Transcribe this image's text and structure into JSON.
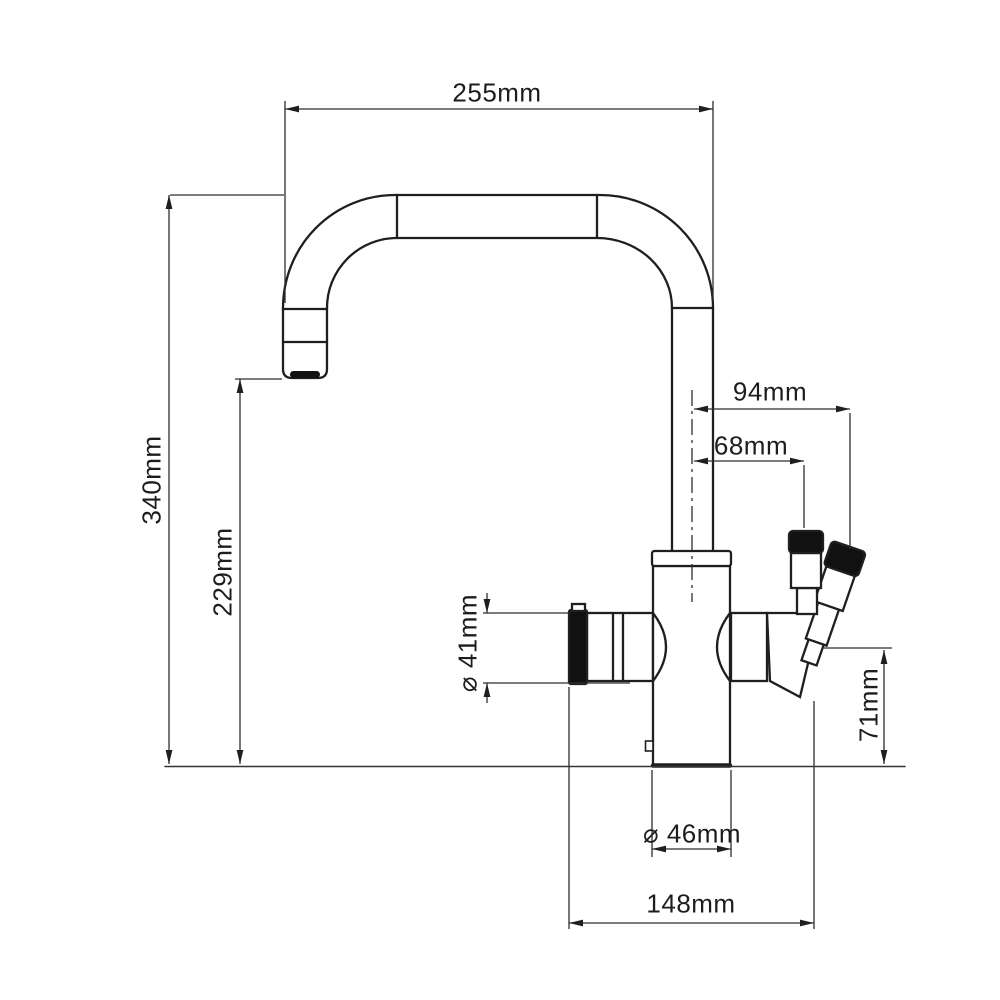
{
  "drawing": {
    "title": "Kitchen mixer tap technical dimension drawing",
    "background": "#ffffff",
    "line_color": "#1f1f1f",
    "dimension_line_color": "#2e2e2e",
    "labels": {
      "spout_reach": "255mm",
      "overall_height": "340mm",
      "spout_clearance": "229mm",
      "lever_offset_outer": "94mm",
      "lever_offset_inner": "68mm",
      "body_diameter": "⌀ 41mm",
      "outlet_height": "71mm",
      "base_diameter": "⌀ 46mm",
      "overall_width": "148mm"
    }
  }
}
